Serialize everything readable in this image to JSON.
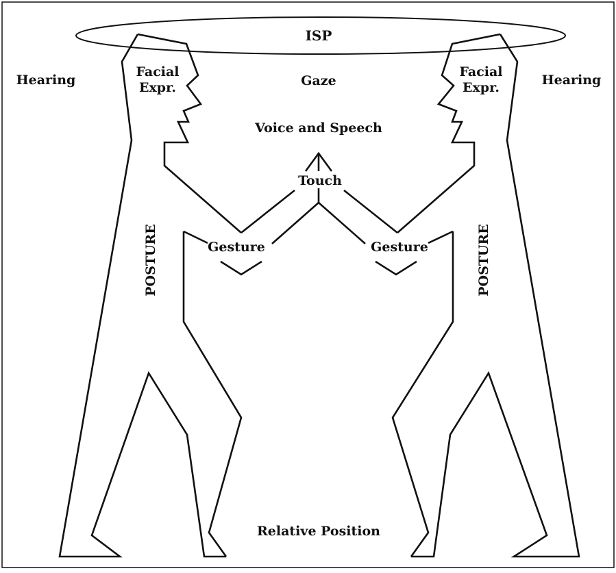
{
  "labels": {
    "isp": "ISP",
    "hearing_left": "Hearing",
    "hearing_right": "Hearing",
    "facial_left_1": "Facial",
    "facial_left_2": "Expr.",
    "facial_right_1": "Facial",
    "facial_right_2": "Expr.",
    "gaze": "Gaze",
    "voice": "Voice and Speech",
    "touch": "Touch",
    "gesture_left": "Gesture",
    "gesture_right": "Gesture",
    "posture_left": "POSTURE",
    "posture_right": "POSTURE",
    "relative_position": "Relative Position"
  },
  "colors": {
    "line": "#111111",
    "background": "#ffffff"
  }
}
